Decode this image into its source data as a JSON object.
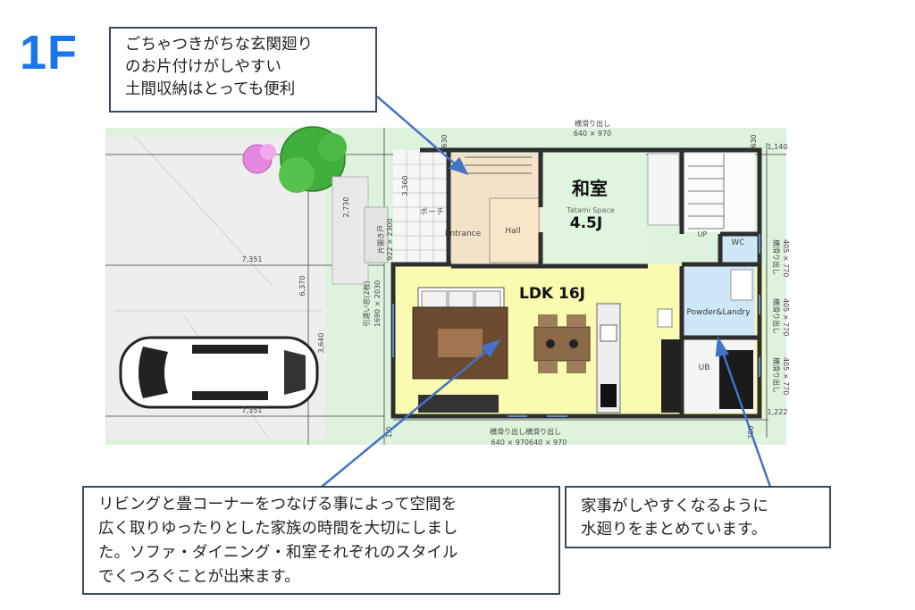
{
  "floor_label": "1F",
  "callouts": {
    "entrance": [
      "ごちゃつきがちな玄関廻り",
      "のお片付けがしやすい",
      "土間収納はとっても便利"
    ],
    "ldk": [
      "リビングと畳コーナーをつなげる事によって空間を",
      "広く取りゆったりとした家族の時間を大切にしまし",
      "た。ソファ・ダイニング・和室それぞれのスタイル",
      "でくつろぐことが出来ます。"
    ],
    "water": [
      "家事がしやすくなるように",
      "水廻りをまとめています。"
    ]
  },
  "rooms": {
    "washitsu": "和室",
    "washitsu_en": "Tatami Space",
    "washitsu_size": "4.5J",
    "ldk": "LDK 16J",
    "ldk_small": "LDK",
    "entrance": "Entrance",
    "hall": "Hall",
    "porch": "ポーチ",
    "wc": "WC",
    "powder": "Powder&Landry",
    "ub": "UB",
    "up": "UP"
  },
  "windows": {
    "top": [
      "横滑り出し",
      "640 × 970"
    ],
    "bottom": [
      "横滑り出し横滑り出し",
      "640 × 970640 × 970"
    ],
    "right1": [
      "横滑り出し",
      "405 × 770"
    ],
    "right2": [
      "横滑り出し",
      "405 × 770"
    ],
    "right3": [
      "横滑り出し",
      "405 × 770"
    ],
    "left_slide": [
      "引違い窓(2枚)",
      "1690 × 2030"
    ],
    "door": [
      "片開き戸",
      "922 × 2300"
    ]
  },
  "dimensions": {
    "d630_top": "630",
    "d630_right": "630",
    "d1140": "1,140",
    "d1222": "1,222",
    "d7351": "7,351",
    "d7351b": "7,351",
    "d6370": "6,370",
    "d3640": "3,640",
    "d2730": "2,730",
    "d3360": "3,360",
    "d700": "700",
    "d1_0": "1,0"
  },
  "colors": {
    "site_green": "#ddf3dd",
    "ldk_yellow": "#fafab0",
    "tatami_green": "#dff5dd",
    "entrance_beige": "#f3e1c8",
    "bath_blue": "#cfe8f7",
    "arrow_blue": "#4472c4",
    "floor_label_blue": "#1877e8"
  }
}
